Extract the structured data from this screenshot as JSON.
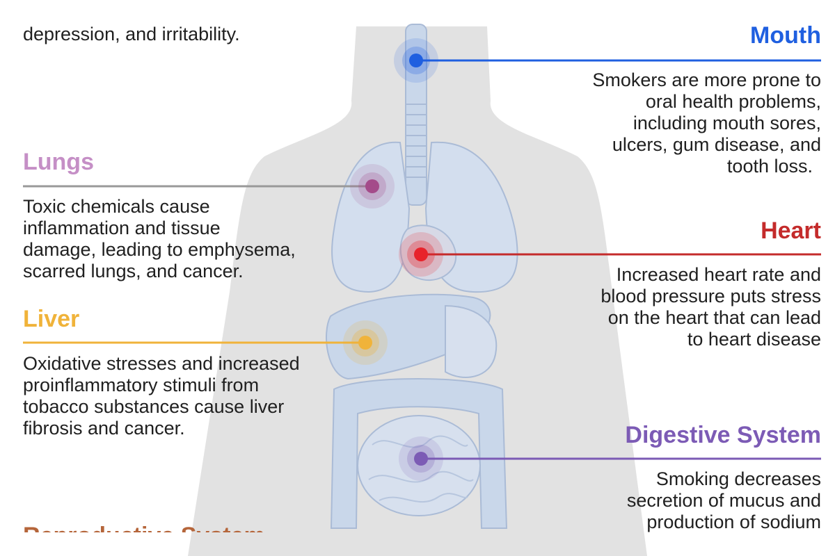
{
  "intro": {
    "line": "depression, and irritability."
  },
  "organs": {
    "mouth": {
      "title": "Mouth",
      "color": "#1f5fe0",
      "lines": [
        "Smokers are more prone to",
        "oral health problems,",
        "including mouth sores,",
        "ulcers, gum disease, and",
        "tooth loss."
      ]
    },
    "lungs": {
      "title": "Lungs",
      "color": "#c58fc6",
      "lines": [
        "Toxic chemicals cause",
        "inflammation and tissue",
        "damage, leading to emphysema,",
        "scarred lungs, and cancer."
      ]
    },
    "heart": {
      "title": "Heart",
      "color": "#c42b2b",
      "lines": [
        "Increased heart rate and",
        "blood pressure puts stress",
        "on the heart that can lead",
        "to heart disease"
      ]
    },
    "liver": {
      "title": "Liver",
      "color": "#f0b33a",
      "lines": [
        "Oxidative stresses and increased",
        "proinflammatory stimuli from",
        "tobacco substances cause liver",
        "fibrosis and cancer."
      ]
    },
    "digestive": {
      "title": "Digestive System",
      "color": "#7c5bb5",
      "lines": [
        "Smoking decreases",
        "secretion of mucus and",
        "production of sodium"
      ]
    },
    "reproductive": {
      "title": "Reproductive System",
      "color": "#b5653a"
    }
  },
  "colors": {
    "silhouette": "#e2e2e2",
    "organ_fill": "#c9d7ea",
    "organ_stroke": "#aabbd6"
  }
}
